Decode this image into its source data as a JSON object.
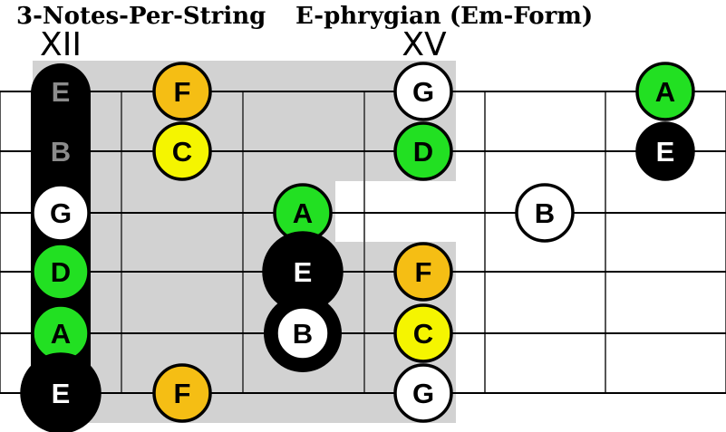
{
  "titles": {
    "left": "3-Notes-Per-String",
    "right": "E-phrygian (Em-Form)"
  },
  "position_labels": {
    "first": "XII",
    "second": "XV"
  },
  "colors": {
    "root": "#000000",
    "root_text": "#ffffff",
    "root_dimmed_text": "#8c8c8c",
    "green_note": "#22e022",
    "yellow_note": "#f5f500",
    "orange_note": "#f5be14",
    "white_note": "#ffffff",
    "highlight_region": "#d2d2d2",
    "string_line": "#000000",
    "fret_line": "#555555"
  },
  "fretboard": {
    "strings": 6,
    "fret_lines_drawn": 7,
    "highlighted_frets": [
      12,
      15
    ]
  },
  "notes": [
    {
      "string": 1,
      "fret": 12,
      "label": "E",
      "color": "root",
      "text": "dim"
    },
    {
      "string": 1,
      "fret": 13,
      "label": "F",
      "color": "orange"
    },
    {
      "string": 1,
      "fret": 15,
      "label": "G",
      "color": "white"
    },
    {
      "string": 1,
      "fret": 17,
      "label": "A",
      "color": "green"
    },
    {
      "string": 2,
      "fret": 12,
      "label": "B",
      "color": "root",
      "text": "dim"
    },
    {
      "string": 2,
      "fret": 13,
      "label": "C",
      "color": "yellow"
    },
    {
      "string": 2,
      "fret": 15,
      "label": "D",
      "color": "green"
    },
    {
      "string": 2,
      "fret": 17,
      "label": "E",
      "color": "root"
    },
    {
      "string": 3,
      "fret": 12,
      "label": "G",
      "color": "white"
    },
    {
      "string": 3,
      "fret": 14,
      "label": "A",
      "color": "green"
    },
    {
      "string": 3,
      "fret": 16,
      "label": "B",
      "color": "white"
    },
    {
      "string": 4,
      "fret": 12,
      "label": "D",
      "color": "green"
    },
    {
      "string": 4,
      "fret": 14,
      "label": "E",
      "color": "root",
      "size": "large"
    },
    {
      "string": 4,
      "fret": 15,
      "label": "F",
      "color": "orange"
    },
    {
      "string": 5,
      "fret": 12,
      "label": "A",
      "color": "green"
    },
    {
      "string": 5,
      "fret": 14,
      "label": "B",
      "color": "white",
      "halo": true
    },
    {
      "string": 5,
      "fret": 15,
      "label": "C",
      "color": "yellow"
    },
    {
      "string": 6,
      "fret": 12,
      "label": "E",
      "color": "root",
      "size": "large"
    },
    {
      "string": 6,
      "fret": 13,
      "label": "F",
      "color": "orange"
    },
    {
      "string": 6,
      "fret": 15,
      "label": "G",
      "color": "white"
    }
  ]
}
